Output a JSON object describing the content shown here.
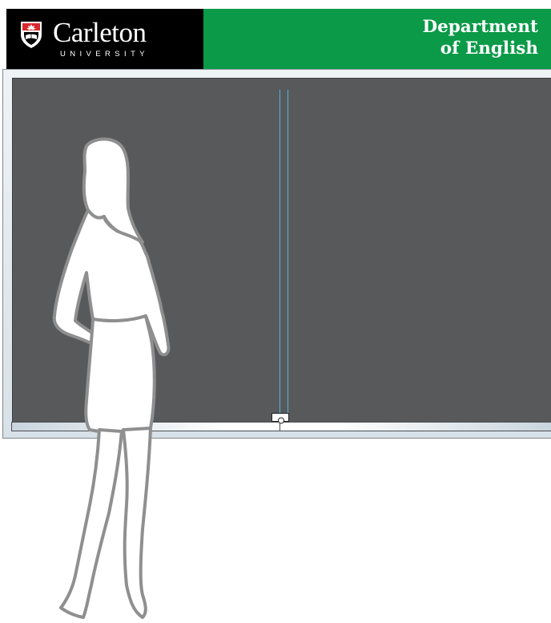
{
  "header": {
    "logo_name": "Carleton",
    "logo_subtitle": "UNIVERSITY",
    "department_line1": "Department",
    "department_line2": "of English",
    "brand_color": "#000000",
    "department_color": "#0a9a48"
  },
  "board": {
    "surface_color": "#58595b",
    "cable_color": "#4fb7e6",
    "frame_color": "#d8e1e7"
  },
  "icons": {
    "crest": "carleton-crest-icon"
  }
}
